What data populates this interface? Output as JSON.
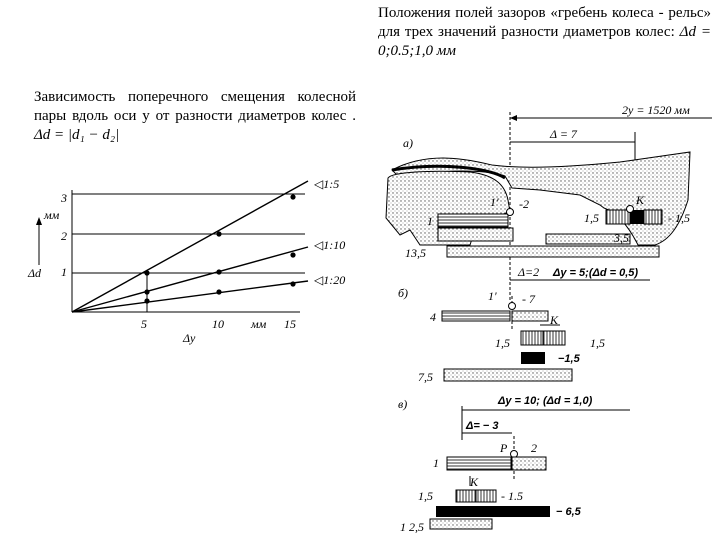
{
  "left_title": {
    "text": "Зависимость поперечного смещения колесной пары вдоль оси y от разности диаметров колес .",
    "formula": "Δd = |d₁ − d₂|"
  },
  "right_title": {
    "text": "Положения полей зазоров «гребень колеса - рельс» для трех значений разности диаметров колес:",
    "formula": "Δd = 0;0.5;1,0 мм"
  },
  "graph": {
    "y_unit": "мм",
    "y_axis_label": "Δd",
    "x_axis_label": "Δy",
    "x_unit": "мм",
    "y_ticks": [
      "1",
      "2",
      "3"
    ],
    "x_ticks": [
      "5",
      "10",
      "15"
    ],
    "line_labels": [
      "◁1:5",
      "◁1:10",
      "◁1:20"
    ]
  },
  "scheme_a": {
    "gauge": "2y = 1520 мм",
    "letter": "а)",
    "delta": "Δ = 7",
    "l1": "1'",
    "v_minus2": "-2",
    "k": "К",
    "one": "1",
    "v15a": "1,5",
    "v_minus15": "- 1,5",
    "v35": "3,5",
    "v135": "13,5"
  },
  "scheme_b": {
    "letter": "б)",
    "delta": "Δ=2",
    "dy": "Δy = 5;(Δd = 0,5)",
    "l1": "1'",
    "v_minus7": "- 7",
    "four": "4",
    "k": "К",
    "v15a": "1,5",
    "v15b": "1,5",
    "v_minus15": "−1,5",
    "v75": "7,5"
  },
  "scheme_c": {
    "letter": "в)",
    "dy": "Δy = 10; (Δd = 1,0)",
    "delta": "Δ= − 3",
    "p": "Р",
    "two": "2",
    "one": "1",
    "k": "К",
    "v15": "1,5",
    "v_minus15": "- 1.5",
    "v_minus65": "− 6,5",
    "v125": "1 2,5"
  }
}
